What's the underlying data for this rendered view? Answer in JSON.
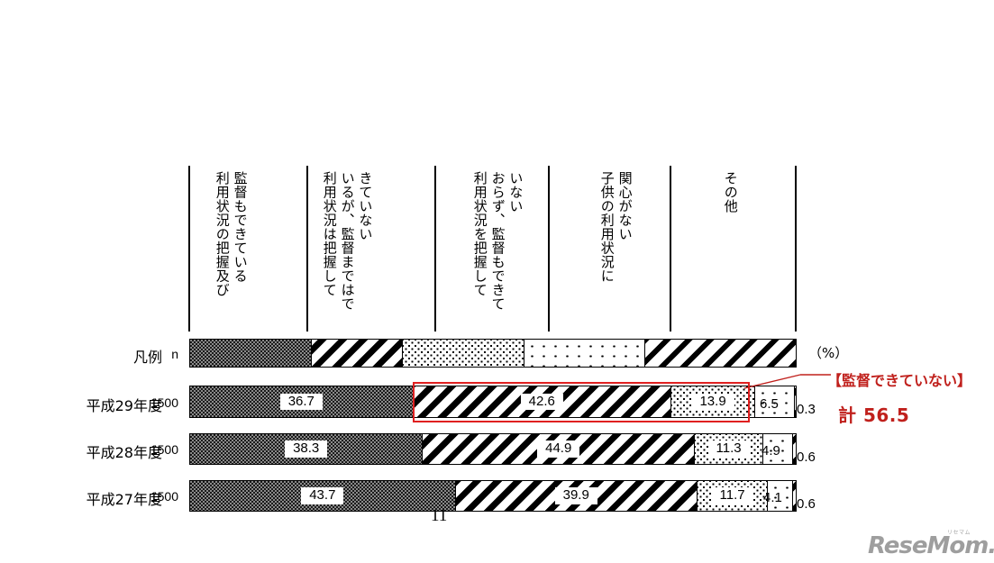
{
  "chart_data": {
    "type": "bar",
    "subtype": "stacked-horizontal-100-percent",
    "title": "",
    "xlabel": "",
    "ylabel": "",
    "unit_label": "（%）",
    "xlim": [
      0,
      100
    ],
    "grid": false,
    "legend_position": "top-row",
    "categories": [
      "利用状況の把握及び監督もできている",
      "利用状況は把握しているが、監督まではできていない",
      "利用状況を把握しておらず、監督もできていない",
      "子供の利用状況に関心がない",
      "その他"
    ],
    "category_lines": [
      [
        "監督もできている",
        "利用状況の把握及び"
      ],
      [
        "きていない",
        "いるが、監督まではで",
        "利用状況は把握して"
      ],
      [
        "いない",
        "おらず、監督もできて",
        "利用状況を把握して"
      ],
      [
        "関心がない",
        "子供の利用状況に"
      ],
      [
        "その他"
      ]
    ],
    "series": [
      {
        "name": "平成29年度",
        "n": "1500",
        "values": [
          36.7,
          42.6,
          13.9,
          6.5,
          0.3
        ]
      },
      {
        "name": "平成28年度",
        "n": "1500",
        "values": [
          38.3,
          44.9,
          11.3,
          4.9,
          0.6
        ]
      },
      {
        "name": "平成27年度",
        "n": "1500",
        "values": [
          43.7,
          39.9,
          11.7,
          4.1,
          0.6
        ]
      }
    ],
    "legend_row": {
      "name": "凡例",
      "n": "n",
      "values": [
        20,
        15,
        20,
        20,
        25
      ]
    },
    "annotation": {
      "bracket_text": "【監督できていない】",
      "total_text": "計 56.5",
      "total_value": 56.5,
      "covers_series": "平成29年度",
      "covers_categories": [
        "利用状況は把握しているが、監督まではできていない",
        "利用状況を把握しておらず、監督もできていない"
      ],
      "color": "#c0201c"
    }
  },
  "rows": {
    "legend": {
      "label": "凡例",
      "n": "n",
      "v0": "",
      "v1": "",
      "v2": "",
      "v3": "",
      "v4": ""
    },
    "r2017": {
      "label": "平成29年度",
      "n": "1500",
      "v0": "36.7",
      "v1": "42.6",
      "v2": "13.9",
      "v3": "6.5",
      "v4": "0.3"
    },
    "r2016": {
      "label": "平成28年度",
      "n": "1500",
      "v0": "38.3",
      "v1": "44.9",
      "v2": "11.3",
      "v3": "4.9",
      "v4": "0.6"
    },
    "r2015": {
      "label": "平成27年度",
      "n": "1500",
      "v0": "43.7",
      "v1": "39.9",
      "v2": "11.7",
      "v3": "4.1",
      "v4": "0.6"
    }
  },
  "header": {
    "c0": "監督もできている\n利用状況の把握及び",
    "c1": "きていない\nいるが、監督まではで\n利用状況は把握して",
    "c2": "いない\nおらず、監督もできて\n利用状況を把握して",
    "c3": "関心がない\n子供の利用状況に",
    "c4": "その他"
  },
  "footer": {
    "page_number": "11"
  },
  "watermark": {
    "brand": "ReseMom.",
    "kana": "リセマム"
  }
}
